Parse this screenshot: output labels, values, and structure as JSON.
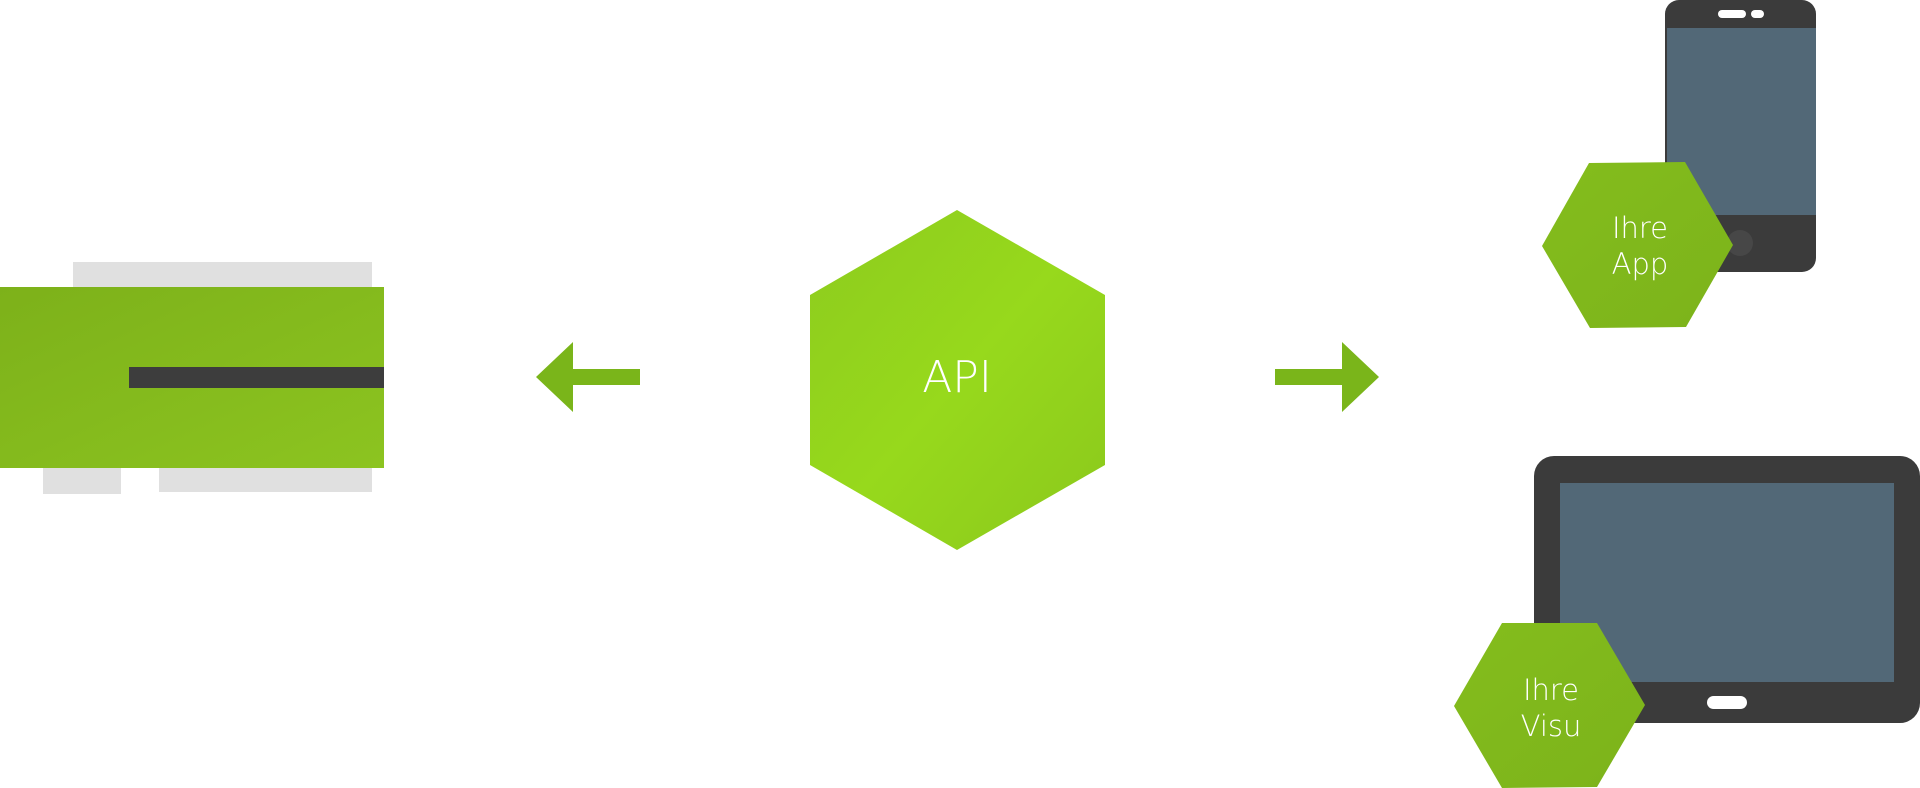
{
  "diagram": {
    "center_label": "API",
    "app_label_line1": "Ihre",
    "app_label_line2": "App",
    "visu_label_line1": "Ihre",
    "visu_label_line2": "Visu"
  },
  "colors": {
    "accent_green": "#8dc21f",
    "accent_green_dark": "#7ab51a",
    "device_frame": "#3b3b3b",
    "device_screen": "#526877",
    "module_shadow": "#e0e0e0",
    "module_bar": "#3d3d3d"
  },
  "icons": {
    "module": "din-rail-module-icon",
    "phone": "smartphone-icon",
    "tablet": "tablet-icon"
  }
}
